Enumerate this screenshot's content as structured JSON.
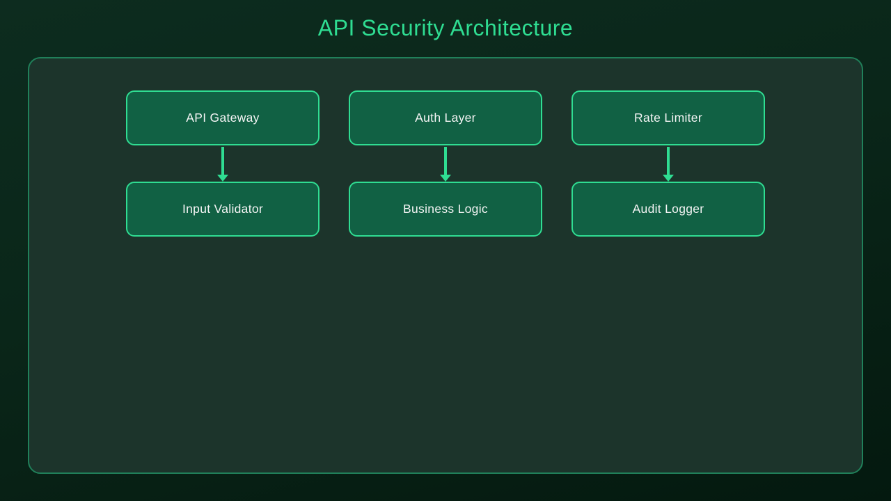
{
  "page": {
    "title": "API Security Architecture"
  },
  "colors": {
    "bg-top": "#0d2c1f",
    "bg-mid": "#0a2619",
    "bg-bottom": "#04190f",
    "panel-bg": "#1c342b",
    "panel-border": "#20805a",
    "node-fill": "#116144",
    "node-border": "#2fdd92",
    "node-text": "#f5f5f5",
    "accent": "#2fdd92"
  },
  "diagram": {
    "nodes": [
      {
        "id": "api-gateway",
        "label": "API Gateway",
        "row": 0,
        "col": 0
      },
      {
        "id": "auth-layer",
        "label": "Auth Layer",
        "row": 0,
        "col": 1
      },
      {
        "id": "rate-limiter",
        "label": "Rate Limiter",
        "row": 0,
        "col": 2
      },
      {
        "id": "input-validator",
        "label": "Input Validator",
        "row": 1,
        "col": 0
      },
      {
        "id": "business-logic",
        "label": "Business Logic",
        "row": 1,
        "col": 1
      },
      {
        "id": "audit-logger",
        "label": "Audit Logger",
        "row": 1,
        "col": 2
      }
    ],
    "edges": [
      {
        "from": "api-gateway",
        "to": "input-validator",
        "direction": "down"
      },
      {
        "from": "auth-layer",
        "to": "business-logic",
        "direction": "down"
      },
      {
        "from": "rate-limiter",
        "to": "audit-logger",
        "direction": "down"
      }
    ]
  }
}
